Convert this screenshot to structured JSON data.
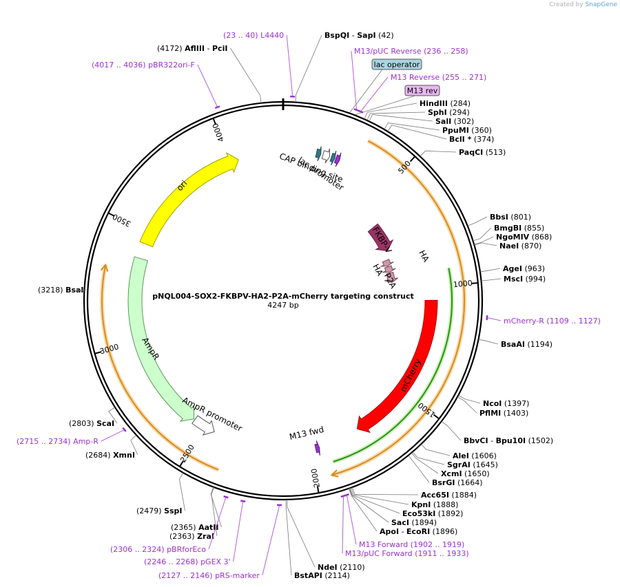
{
  "credit": {
    "prefix": "Created by",
    "brand": "SnapGene"
  },
  "map": {
    "name": "pNQL004-SOX2-FKBPV-HA2-P2A-mCherry targeting construct",
    "length_label": "4247 bp",
    "total_bp": 4247,
    "ticks": [
      {
        "bp": 500,
        "label": "500"
      },
      {
        "bp": 1000,
        "label": "1000"
      },
      {
        "bp": 1500,
        "label": "1500"
      },
      {
        "bp": 2000,
        "label": "2000"
      },
      {
        "bp": 2500,
        "label": "2500"
      },
      {
        "bp": 3000,
        "label": "3000"
      },
      {
        "bp": 3500,
        "label": "3500"
      },
      {
        "bp": 4000,
        "label": "4000"
      }
    ],
    "features": [
      {
        "name": "ori",
        "start": 3450,
        "end": 4040,
        "strand": 1,
        "color": "#ffff00",
        "stroke": "#a0a000"
      },
      {
        "name": "AmpR",
        "start": 2560,
        "end": 3380,
        "strand": -1,
        "color": "#ccffcc",
        "stroke": "#5a9a5a"
      },
      {
        "name": "AmpR promoter",
        "start": 2450,
        "end": 2555,
        "strand": -1,
        "color": "#ffffff",
        "stroke": "#555555"
      },
      {
        "name": "FKBP-V",
        "start": 600,
        "end": 760,
        "strand": 1,
        "color": "#993366",
        "stroke": "#6a2246"
      },
      {
        "name": "mCherry",
        "start": 1060,
        "end": 1770,
        "strand": 1,
        "color": "#ff0000",
        "stroke": "#b00000"
      },
      {
        "name": "HA",
        "start": 810,
        "end": 845,
        "strand": 1,
        "color": "#cc99aa",
        "stroke": "#7a4a5a"
      },
      {
        "name": "HA",
        "start": 850,
        "end": 885,
        "strand": 1,
        "color": "#cc99aa",
        "stroke": "#7a4a5a"
      },
      {
        "name": "P2A",
        "start": 890,
        "end": 950,
        "strand": 1,
        "color": "#cc99aa",
        "stroke": "#7a4a5a"
      },
      {
        "name": "CAP binding site",
        "start": 150,
        "end": 170,
        "strand": 1,
        "color": "#337788",
        "stroke": "#1a4a55"
      },
      {
        "name": "lac promoter",
        "start": 180,
        "end": 211,
        "strand": 1,
        "color": "#ffffff",
        "stroke": "#555555"
      },
      {
        "name": "lac operator",
        "start": 219,
        "end": 235,
        "strand": 1,
        "color": "#337788",
        "stroke": "#1a4a55"
      },
      {
        "name": "M13 rev",
        "start": 240,
        "end": 258,
        "strand": 1,
        "color": "#9933cc",
        "stroke": "#5a1a7a"
      },
      {
        "name": "M13 fwd",
        "start": 1960,
        "end": 1977,
        "strand": -1,
        "color": "#9933cc",
        "stroke": "#5a1a7a"
      }
    ],
    "labeled_boxes": [
      {
        "name": "lac operator",
        "fill": "#aad4e0"
      },
      {
        "name": "M13 rev",
        "fill": "#e8b8f0"
      }
    ],
    "inserts": [
      {
        "start": 330,
        "end": 1940,
        "color": "#d98c1e"
      },
      {
        "start": 2370,
        "end": 3320,
        "color": "#d98c1e"
      }
    ],
    "inner_lines": [
      {
        "start": 930,
        "end": 1920,
        "color": "#2d8f1e"
      }
    ],
    "sites": [
      {
        "name": "BspQI",
        "name2": "SapI",
        "pos": "(42)",
        "bp": 42
      },
      {
        "name": "AflIII",
        "name2": "PciI",
        "pos": "(4172)",
        "bp": 4172
      },
      {
        "name": "HindIII",
        "pos": "(284)",
        "bp": 284
      },
      {
        "name": "SphI",
        "pos": "(294)",
        "bp": 294
      },
      {
        "name": "SalI",
        "pos": "(302)",
        "bp": 302
      },
      {
        "name": "PpuMI",
        "pos": "(360)",
        "bp": 360
      },
      {
        "name": "BclI *",
        "pos": "(374)",
        "bp": 374
      },
      {
        "name": "PaqCI",
        "pos": "(513)",
        "bp": 513
      },
      {
        "name": "BbsI",
        "pos": "(801)",
        "bp": 801
      },
      {
        "name": "BmgBI",
        "pos": "(855)",
        "bp": 855
      },
      {
        "name": "NgoMIV",
        "pos": "(868)",
        "bp": 868
      },
      {
        "name": "NaeI",
        "pos": "(870)",
        "bp": 870
      },
      {
        "name": "AgeI",
        "pos": "(963)",
        "bp": 963
      },
      {
        "name": "MscI",
        "pos": "(994)",
        "bp": 994
      },
      {
        "name": "BsaAI",
        "pos": "(1194)",
        "bp": 1194
      },
      {
        "name": "NcoI",
        "pos": "(1397)",
        "bp": 1397
      },
      {
        "name": "PflMI",
        "pos": "(1403)",
        "bp": 1403
      },
      {
        "name": "BbvCI",
        "name2": "Bpu10I",
        "pos": "(1502)",
        "bp": 1502
      },
      {
        "name": "AleI",
        "pos": "(1606)",
        "bp": 1606
      },
      {
        "name": "SgrAI",
        "pos": "(1645)",
        "bp": 1645
      },
      {
        "name": "XcmI",
        "pos": "(1650)",
        "bp": 1650
      },
      {
        "name": "BsrGI",
        "pos": "(1664)",
        "bp": 1664
      },
      {
        "name": "Acc65I",
        "pos": "(1884)",
        "bp": 1884
      },
      {
        "name": "KpnI",
        "pos": "(1888)",
        "bp": 1888
      },
      {
        "name": "Eco53kI",
        "pos": "(1892)",
        "bp": 1892
      },
      {
        "name": "SacI",
        "pos": "(1894)",
        "bp": 1894
      },
      {
        "name": "ApoI",
        "name2": "EcoRI",
        "pos": "(1896)",
        "bp": 1896
      },
      {
        "name": "NdeI",
        "pos": "(2110)",
        "bp": 2110
      },
      {
        "name": "BstAPI",
        "pos": "(2114)",
        "bp": 2114
      },
      {
        "name": "ZraI",
        "pos": "(2363)",
        "bp": 2363
      },
      {
        "name": "AatII",
        "pos": "(2365)",
        "bp": 2365
      },
      {
        "name": "SspI",
        "pos": "(2479)",
        "bp": 2479
      },
      {
        "name": "XmnI",
        "pos": "(2684)",
        "bp": 2684
      },
      {
        "name": "ScaI",
        "pos": "(2803)",
        "bp": 2803
      },
      {
        "name": "BsaI",
        "pos": "(3218)",
        "bp": 3218
      }
    ],
    "primers": [
      {
        "name": "L4440",
        "range": "(23 .. 40)",
        "bp": 31
      },
      {
        "name": "pBR322ori-F",
        "range": "(4017 .. 4036)",
        "bp": 4026
      },
      {
        "name": "M13/pUC Reverse",
        "range": "(236 .. 258)",
        "bp": 247
      },
      {
        "name": "M13 Reverse",
        "range": "(255 .. 271)",
        "bp": 263
      },
      {
        "name": "mCherry-R",
        "range": "(1109 .. 1127)",
        "bp": 1118
      },
      {
        "name": "M13 Forward",
        "range": "(1902 .. 1919)",
        "bp": 1910
      },
      {
        "name": "M13/pUC Forward",
        "range": "(1911 .. 1933)",
        "bp": 1922
      },
      {
        "name": "pBRforEco",
        "range": "(2306 .. 2324)",
        "bp": 2315
      },
      {
        "name": "pGEX 3'",
        "range": "(2246 .. 2268)",
        "bp": 2257
      },
      {
        "name": "pRS-marker",
        "range": "(2127 .. 2146)",
        "bp": 2136
      },
      {
        "name": "Amp-R",
        "range": "(2715 .. 2734)",
        "bp": 2724
      }
    ]
  }
}
